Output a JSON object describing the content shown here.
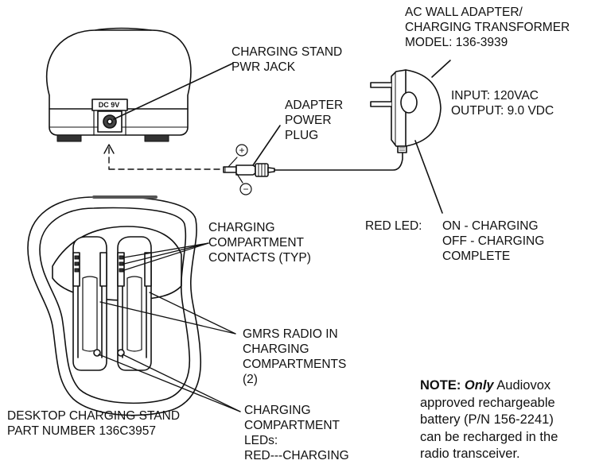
{
  "labels": {
    "ac_adapter": [
      "AC WALL ADAPTER/",
      "CHARGING TRANSFORMER",
      "MODEL: 136-3939"
    ],
    "charging_stand_jack": [
      "CHARGING STAND",
      "PWR JACK"
    ],
    "adapter_power_plug": [
      "ADAPTER",
      "POWER",
      "PLUG"
    ],
    "input_output": [
      "INPUT: 120VAC",
      "OUTPUT: 9.0 VDC"
    ],
    "dc_jack_marking": "DC 9V",
    "plus_sign": "+",
    "minus_sign": "−",
    "red_led_heading": "RED LED:",
    "red_led_states": [
      "ON - CHARGING",
      "OFF - CHARGING",
      "COMPLETE"
    ],
    "compartment_contacts": [
      "CHARGING",
      "COMPARTMENT",
      "CONTACTS (TYP)"
    ],
    "gmrs_radio": [
      "GMRS RADIO IN",
      "CHARGING",
      "COMPARTMENTS",
      "(2)"
    ],
    "desktop_stand": [
      "DESKTOP CHARGING STAND",
      "PART NUMBER 136C3957"
    ],
    "compartment_leds": [
      "CHARGING",
      "COMPARTMENT",
      "LEDs:",
      "RED---CHARGING"
    ],
    "note": {
      "prefix": "NOTE: ",
      "emphasis": "Only",
      "line1_rest": " Audiovox",
      "lines": [
        "approved rechargeable",
        "battery (P/N 156-2241)",
        "can be recharged in the",
        "radio transceiver."
      ]
    }
  }
}
